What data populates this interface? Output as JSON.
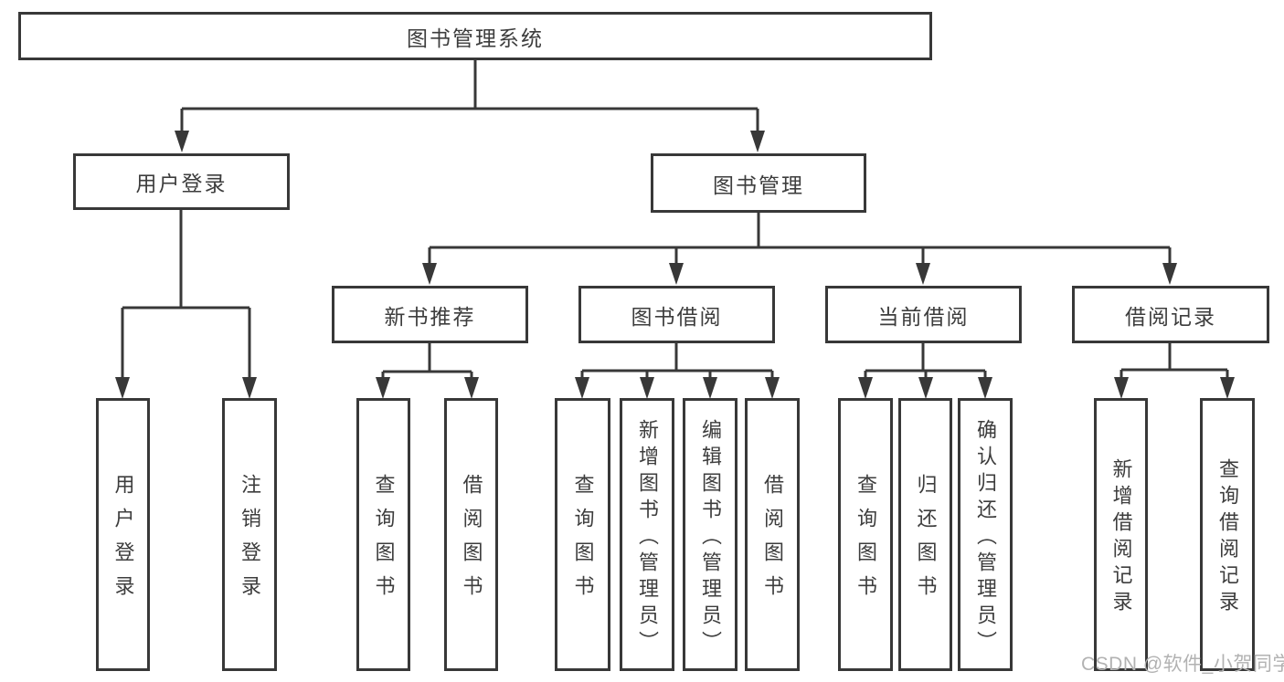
{
  "watermark": "CSDN @软件_小贺同学",
  "colors": {
    "line": "#383838",
    "text": "#3d3d3d",
    "watermark": "#b2b2b2",
    "background": "#ffffff"
  },
  "tree": {
    "label": "图书管理系统",
    "children": [
      {
        "label": "用户登录",
        "children": [
          {
            "label": "用户登录"
          },
          {
            "label": "注销登录"
          }
        ]
      },
      {
        "label": "图书管理",
        "children": [
          {
            "label": "新书推荐",
            "children": [
              {
                "label": "查询图书"
              },
              {
                "label": "借阅图书"
              }
            ]
          },
          {
            "label": "图书借阅",
            "children": [
              {
                "label": "查询图书"
              },
              {
                "label": "新增图书（管理员）"
              },
              {
                "label": "编辑图书（管理员）"
              },
              {
                "label": "借阅图书"
              }
            ]
          },
          {
            "label": "当前借阅",
            "children": [
              {
                "label": "查询图书"
              },
              {
                "label": "归还图书"
              },
              {
                "label": "确认归还（管理员）"
              }
            ]
          },
          {
            "label": "借阅记录",
            "children": [
              {
                "label": "新增借阅记录"
              },
              {
                "label": "查询借阅记录"
              }
            ]
          }
        ]
      }
    ]
  }
}
